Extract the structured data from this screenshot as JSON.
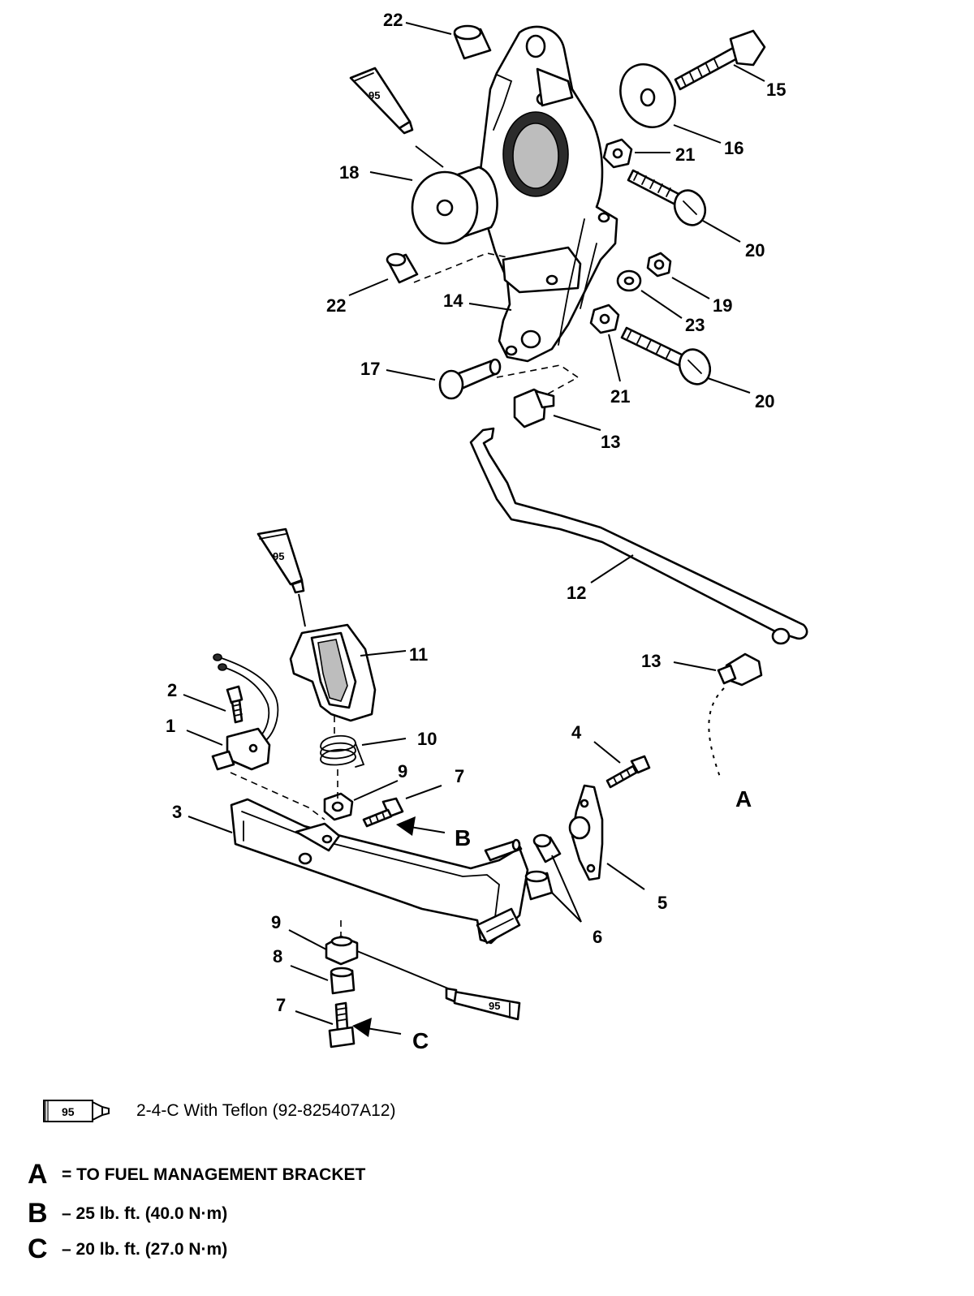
{
  "callouts": [
    {
      "id": "c22a",
      "label": "22"
    },
    {
      "id": "c15",
      "label": "15"
    },
    {
      "id": "c16",
      "label": "16"
    },
    {
      "id": "c21a",
      "label": "21"
    },
    {
      "id": "c18",
      "label": "18"
    },
    {
      "id": "c20a",
      "label": "20"
    },
    {
      "id": "c22b",
      "label": "22"
    },
    {
      "id": "c14",
      "label": "14"
    },
    {
      "id": "c19",
      "label": "19"
    },
    {
      "id": "c23",
      "label": "23"
    },
    {
      "id": "c17",
      "label": "17"
    },
    {
      "id": "c21b",
      "label": "21"
    },
    {
      "id": "c20b",
      "label": "20"
    },
    {
      "id": "c13a",
      "label": "13"
    },
    {
      "id": "c12",
      "label": "12"
    },
    {
      "id": "c11",
      "label": "11"
    },
    {
      "id": "c13b",
      "label": "13"
    },
    {
      "id": "c2",
      "label": "2"
    },
    {
      "id": "c1",
      "label": "1"
    },
    {
      "id": "c10",
      "label": "10"
    },
    {
      "id": "c4",
      "label": "4"
    },
    {
      "id": "c9a",
      "label": "9"
    },
    {
      "id": "c7a",
      "label": "7"
    },
    {
      "id": "cA",
      "label": "A"
    },
    {
      "id": "c3",
      "label": "3"
    },
    {
      "id": "cB",
      "label": "B"
    },
    {
      "id": "c5",
      "label": "5"
    },
    {
      "id": "c6",
      "label": "6"
    },
    {
      "id": "c9b",
      "label": "9"
    },
    {
      "id": "c8",
      "label": "8"
    },
    {
      "id": "c7b",
      "label": "7"
    },
    {
      "id": "cC",
      "label": "C"
    }
  ],
  "sealant_tube_number": "95",
  "legend": {
    "sealant": {
      "number": "95",
      "text": "2-4-C With Teflon (92-825407A12)"
    },
    "items": [
      {
        "key": "A",
        "text": "= TO FUEL MANAGEMENT BRACKET"
      },
      {
        "key": "B",
        "text": "– 25 lb. ft. (40.0 N·m)"
      },
      {
        "key": "C",
        "text": "– 20 lb. ft. (27.0 N·m)"
      }
    ]
  }
}
